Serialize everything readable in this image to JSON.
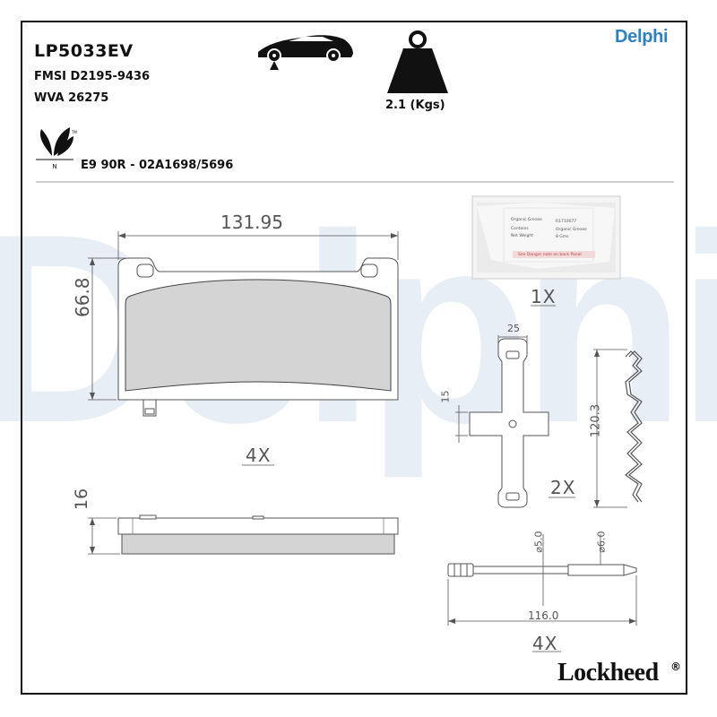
{
  "header": {
    "brand_top": "Delphi",
    "part_number": "LP5033EV",
    "fmsi": "FMSI D2195-9436",
    "wva": "WVA 26275",
    "approval": "E9 90R - 02A1698/5696",
    "weight": "2.1 (Kgs)"
  },
  "icons": {
    "car": "car-front-axle-icon",
    "weight": "weight-icon",
    "eco": "eco-leaves-icon",
    "eco_letter": "N",
    "eco_tm": "TM"
  },
  "watermark": "Delphi",
  "pad": {
    "width_dim": "131.95",
    "height_dim": "66.8",
    "thickness_dim": "16",
    "quantity": "4X"
  },
  "grease": {
    "quantity": "1X",
    "sachet_lines": [
      [
        "Organic Grease",
        "R1710077"
      ],
      [
        "Contains",
        "Organic Grease"
      ],
      [
        "Net Weight",
        "8 Gms"
      ]
    ],
    "sachet_warning": "See Danger note on back Panel"
  },
  "clip": {
    "width_dim": "25",
    "offset_dim": "15",
    "spring_height_dim": "120.3",
    "quantity": "2X"
  },
  "pin": {
    "diameter_1": "⌀5.0",
    "diameter_2": "⌀6.0",
    "length_dim": "116.0",
    "quantity": "4X"
  },
  "footer": {
    "brand_bottom": "Lockheed",
    "registered": "®"
  },
  "colors": {
    "brand_blue": "#2f7fc1",
    "watermark": "#e8eef6",
    "pad_fill": "#d4d4d4",
    "line": "#444444"
  }
}
